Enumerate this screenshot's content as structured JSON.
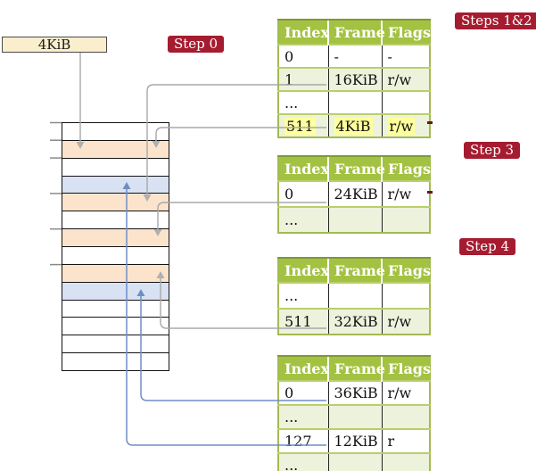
{
  "colors": {
    "badge_red": "#a51c30",
    "table_header_green": "#a4c241",
    "table_row_green": "#edf2dc",
    "memory_orange": "#fce4cc",
    "memory_blue": "#d8e2f3",
    "frame_box_cream": "#fbeecd",
    "highlight_yellow": "#ffff9c",
    "arrow_gray": "#a8a8a8",
    "arrow_blue": "#6e8ec5"
  },
  "frame_box": {
    "label": "4KiB"
  },
  "badges": {
    "step0": "Step 0",
    "steps12": "Steps 1&2",
    "step3": "Step 3",
    "step4": "Step 4"
  },
  "tables": [
    {
      "name": "page-table-steps-1-2",
      "headers": [
        "Index",
        "Frame",
        "Flags"
      ],
      "rows": [
        {
          "index": "0",
          "frame": "-",
          "flags": "-"
        },
        {
          "index": "1",
          "frame": "16KiB",
          "flags": "r/w"
        },
        {
          "index": "...",
          "frame": "",
          "flags": ""
        },
        {
          "index": "511",
          "frame": "4KiB",
          "flags": "r/w",
          "highlighted": true
        }
      ]
    },
    {
      "name": "page-table-step-3",
      "headers": [
        "Index",
        "Frame",
        "Flags"
      ],
      "rows": [
        {
          "index": "0",
          "frame": "24KiB",
          "flags": "r/w"
        },
        {
          "index": "...",
          "frame": "",
          "flags": ""
        }
      ]
    },
    {
      "name": "page-table-step-4",
      "headers": [
        "Index",
        "Frame",
        "Flags"
      ],
      "rows": [
        {
          "index": "...",
          "frame": "",
          "flags": ""
        },
        {
          "index": "511",
          "frame": "32KiB",
          "flags": "r/w"
        }
      ]
    },
    {
      "name": "page-table-final",
      "headers": [
        "Index",
        "Frame",
        "Flags"
      ],
      "rows": [
        {
          "index": "0",
          "frame": "36KiB",
          "flags": "r/w"
        },
        {
          "index": "...",
          "frame": "",
          "flags": ""
        },
        {
          "index": "127",
          "frame": "12KiB",
          "flags": "r"
        },
        {
          "index": "...",
          "frame": "",
          "flags": ""
        }
      ]
    }
  ],
  "memory": {
    "rows": [
      "white",
      "orange",
      "white",
      "blue",
      "orange",
      "white",
      "orange",
      "white",
      "orange",
      "blue",
      "white",
      "white",
      "white",
      "white"
    ]
  }
}
